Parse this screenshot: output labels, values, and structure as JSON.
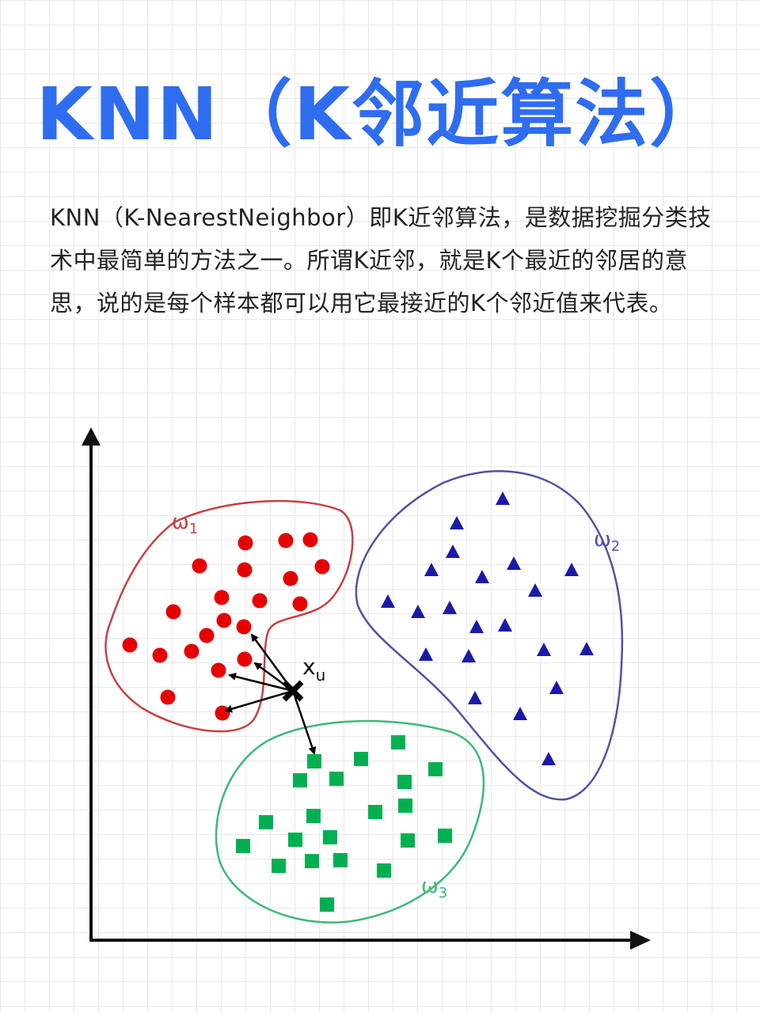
{
  "title": "KNN（K邻近算法）",
  "description": "KNN（K-NearestNeighbor）即K近邻算法，是数据挖掘分类技术中最简单的方法之一。所谓K近邻，就是K个最近的邻居的意思，说的是每个样本都可以用它最接近的K个邻近值来代表。",
  "diagram": {
    "class1_label": "ω",
    "class1_sub": "1",
    "class2_label": "ω",
    "class2_sub": "2",
    "class3_label": "ω",
    "class3_sub": "3",
    "query_label": "x",
    "query_sub": "u",
    "colors": {
      "class1": "#e60000",
      "class2": "#1a1aa8",
      "class3": "#00b050",
      "class1_border": "#c84040",
      "class2_border": "#5050a8",
      "class3_border": "#3cb878"
    }
  }
}
